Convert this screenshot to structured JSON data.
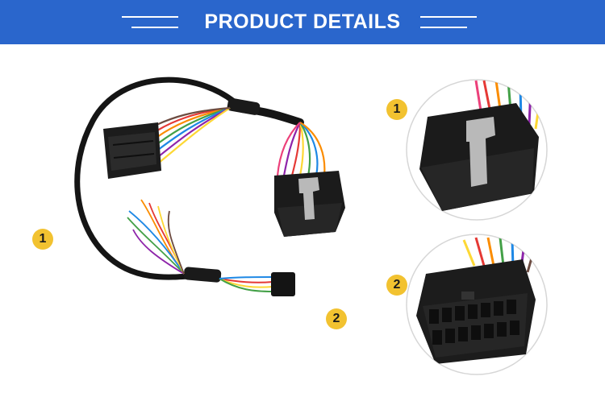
{
  "banner": {
    "title": "PRODUCT DETAILS",
    "background_color": "#2a66cc",
    "text_color": "#ffffff"
  },
  "badges": {
    "main_connector_1": "1",
    "main_connector_2": "2",
    "detail_top": "1",
    "detail_bottom": "2",
    "color": "#f2c230"
  },
  "images": {
    "main": "obd-y-splitter-harness",
    "detail_top": "male-obd-connector-closeup",
    "detail_bottom": "female-obd-connector-closeup"
  },
  "wire_colors": [
    "#e53935",
    "#fb8c00",
    "#fdd835",
    "#43a047",
    "#1e88e5",
    "#8e24aa",
    "#6d4c41",
    "#ec407a",
    "#00acc1",
    "#9e9e9e"
  ]
}
